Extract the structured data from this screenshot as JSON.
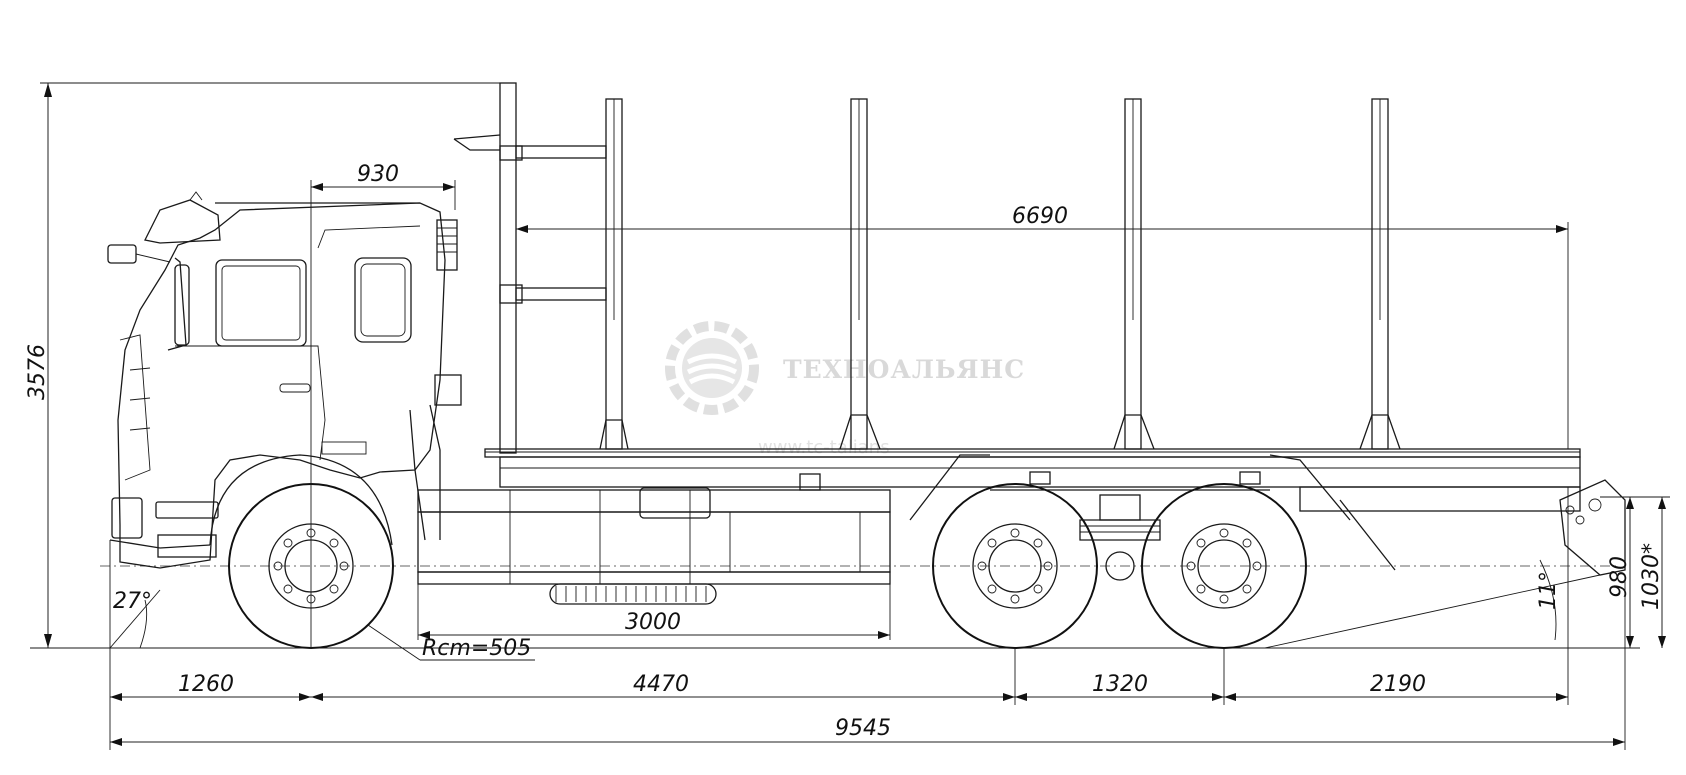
{
  "dimensions": {
    "overall_height": "3576",
    "cab_top": "930",
    "body_length": "6690",
    "front_overhang": "1260",
    "wheelbase_front": "4470",
    "bogie_spacing": "1320",
    "rear_overhang": "2190",
    "overall_length": "9545",
    "fuel_tank_length": "3000",
    "turning_radius": "Rcm=505",
    "approach_angle": "27°",
    "departure_angle": "11°",
    "frame_height": "980",
    "hitch_height": "1030*"
  },
  "watermark": {
    "brand": "ТЕХНОАЛЬЯНС",
    "url": "www.tc-talians"
  },
  "colors": {
    "line": "#1a1a1a",
    "watermark": "#d9d9d9"
  }
}
